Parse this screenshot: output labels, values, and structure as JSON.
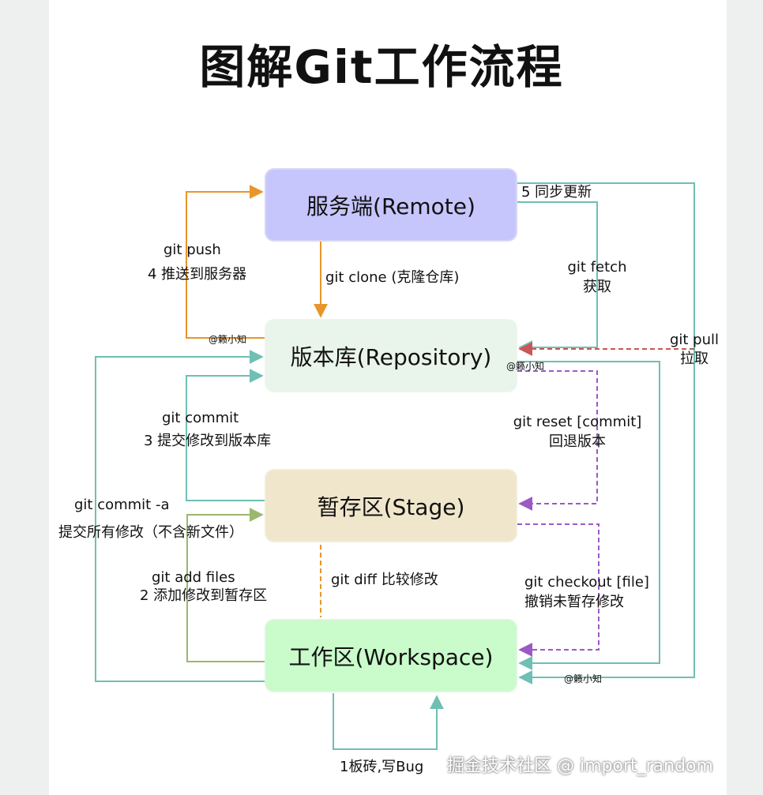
{
  "title": "图解Git工作流程",
  "nodes": {
    "remote": "服务端(Remote)",
    "repository": "版本库(Repository)",
    "stage": "暂存区(Stage)",
    "workspace": "工作区(Workspace)"
  },
  "labels": {
    "push_cmd": "git  push",
    "push_desc": "4 推送到服务器",
    "clone": "git  clone (克隆仓库)",
    "sync": "5 同步更新",
    "fetch_cmd": "git fetch",
    "fetch_desc": "获取",
    "pull_cmd": "git pull",
    "pull_desc": "拉取",
    "commit_cmd": "git  commit",
    "commit_desc": "3 提交修改到版本库",
    "reset_cmd": "git reset [commit]",
    "reset_desc": "回退版本",
    "commit_a_cmd": "git  commit -a",
    "commit_a_desc": "提交所有修改（不含新文件）",
    "add_cmd": "git  add files",
    "add_desc": "2 添加修改到暂存区",
    "diff": "git  diff  比较修改",
    "checkout_cmd": "git checkout [file]",
    "checkout_desc": "撤销未暂存修改",
    "work_loop": "1板砖,写Bug"
  },
  "watermarks": {
    "wm1": "@籁小知",
    "wm2": "@籁小知",
    "wm3": "@籁小知",
    "brand": "掘金技术社区 @ import_random"
  },
  "colors": {
    "orange": "#e8952b",
    "teal": "#6fbfb3",
    "red_dashed": "#c95757",
    "purple_dashed": "#9b59c4",
    "olive": "#9ab86e",
    "remote_fill": "#c6c6fd",
    "repo_fill": "#e9f4ea",
    "stage_fill": "#f0e6cb",
    "workspace_fill": "#c9fbcb"
  }
}
